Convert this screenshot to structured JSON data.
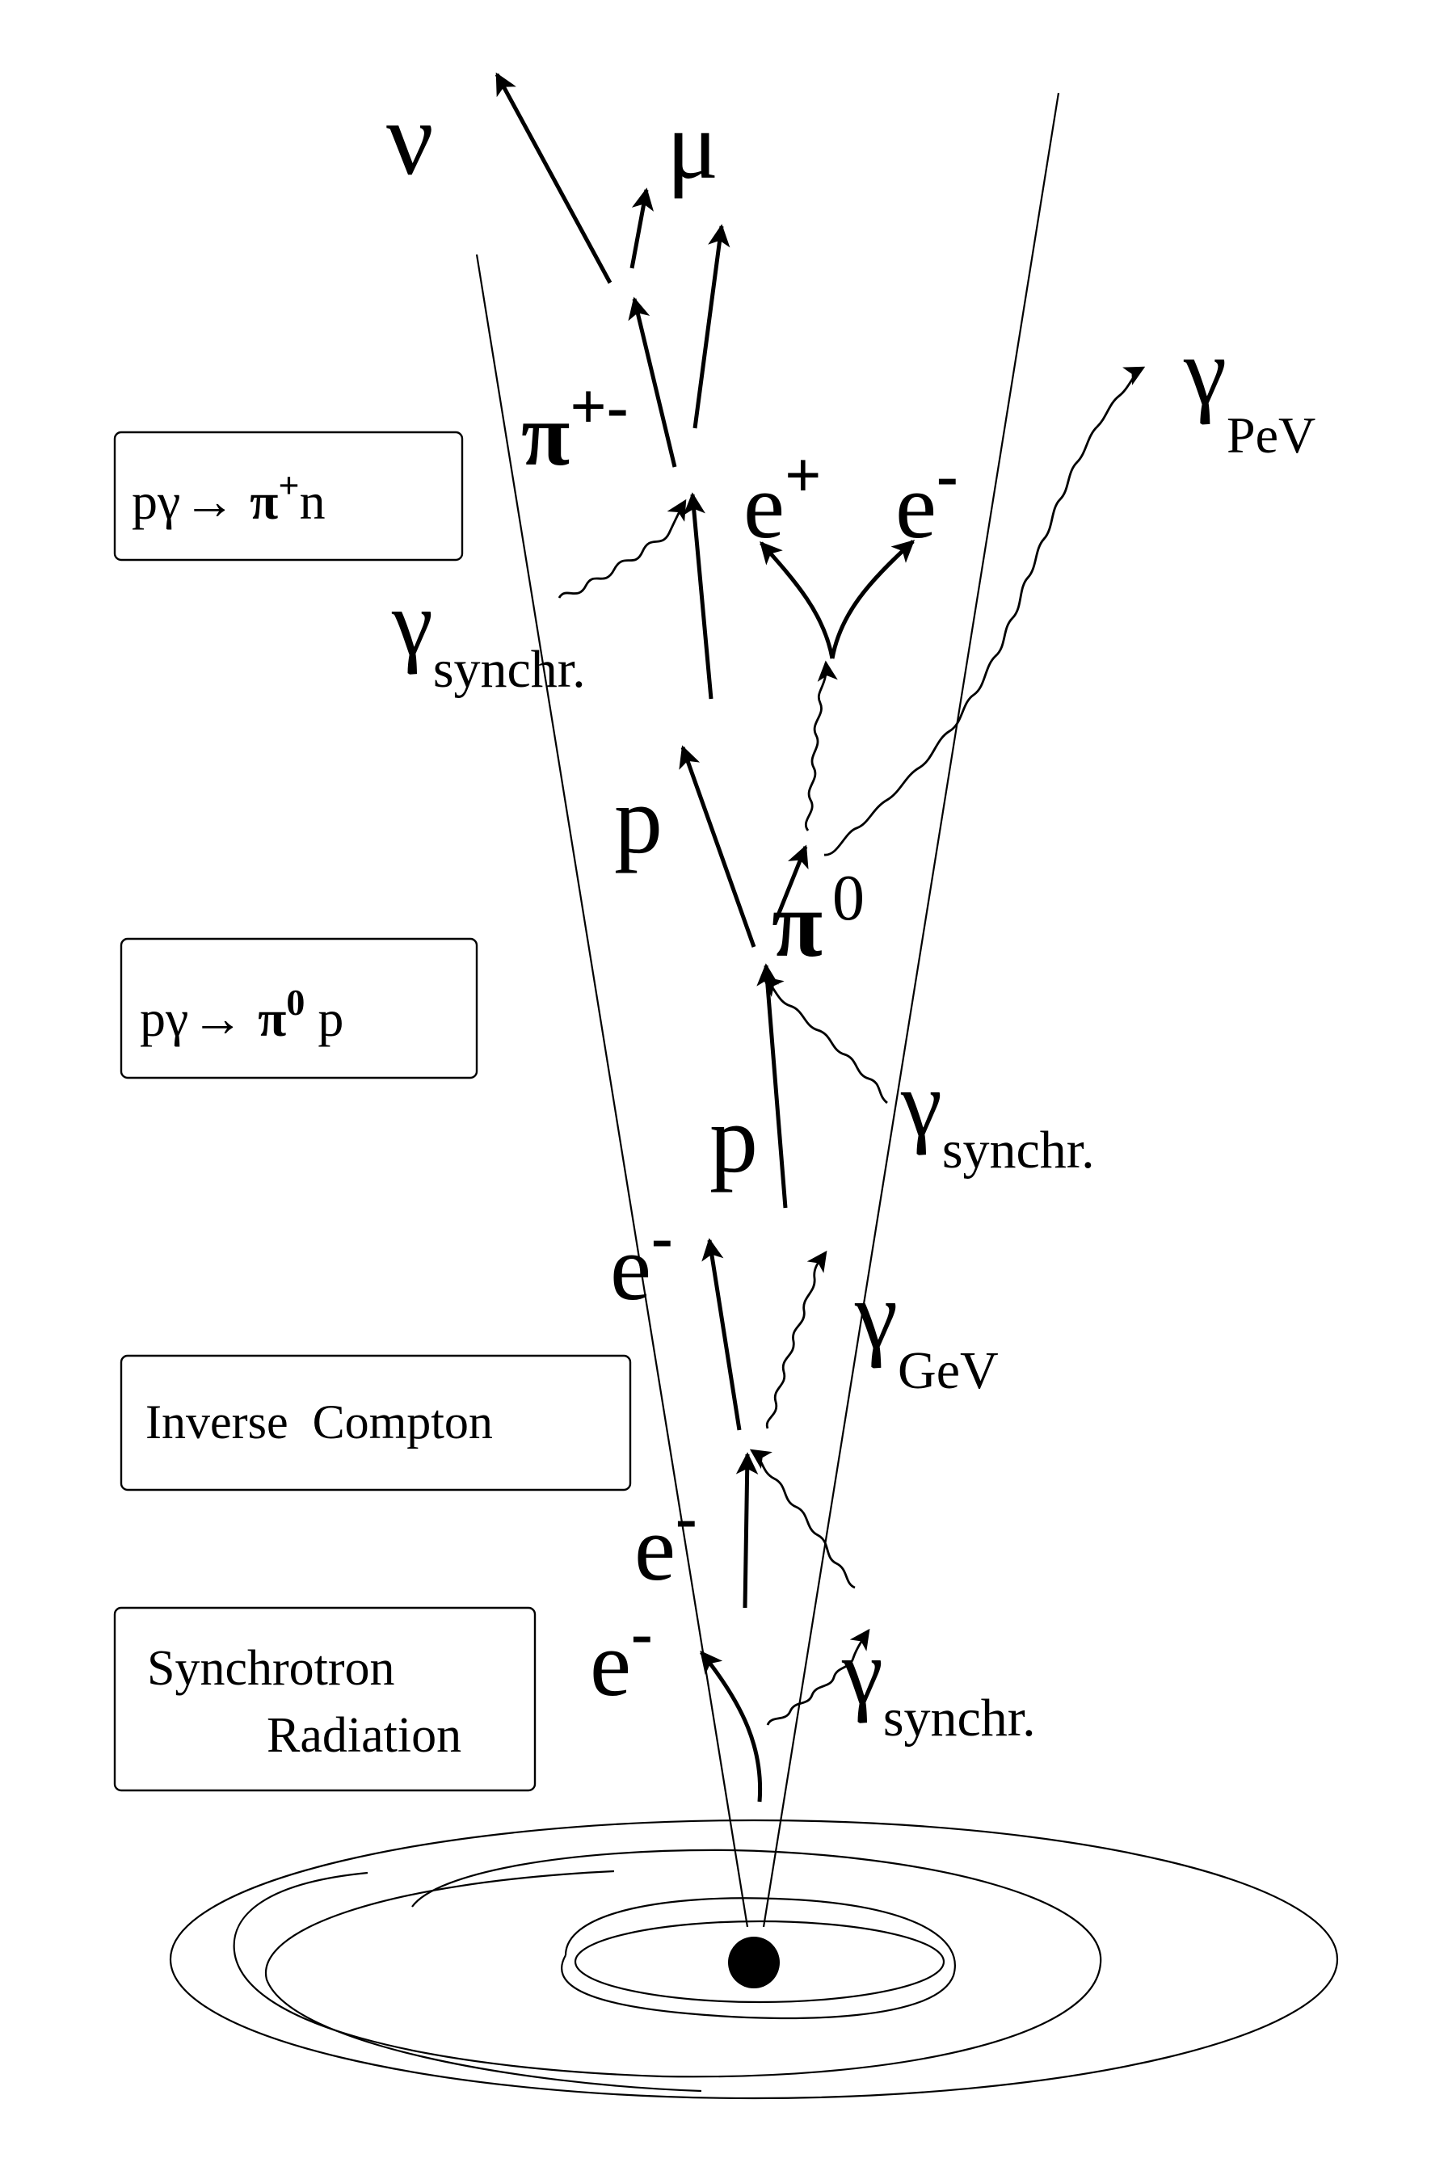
{
  "boxes": {
    "charged_pion": {
      "prefix": "pγ",
      "arrow": "→",
      "product": "π",
      "charge": "+",
      "suffix": "n"
    },
    "neutral_pion": {
      "prefix": "pγ",
      "arrow": "→",
      "product": "π",
      "charge": "0",
      "suffix": "p"
    },
    "inverse_compton": {
      "label": "Inverse  Compton"
    },
    "synchrotron": {
      "line1": "Synchrotron",
      "line2": "Radiation"
    }
  },
  "particles": {
    "nu": "ν",
    "mu": "μ",
    "pi_charged": {
      "base": "π",
      "sup": "+-"
    },
    "e_plus": {
      "base": "e",
      "sup": "+"
    },
    "e_minus_top": {
      "base": "e",
      "sup": "-"
    },
    "gamma_pev": {
      "base": "γ",
      "sub": "PeV"
    },
    "gamma_synchr_top": {
      "base": "γ",
      "sub": "synchr."
    },
    "p_upper": "p",
    "pi_zero": {
      "base": "π",
      "sup": "0"
    },
    "p_lower": "p",
    "gamma_synchr_mid": {
      "base": "γ",
      "sub": "synchr."
    },
    "e_minus_1": {
      "base": "e",
      "sup": "-"
    },
    "gamma_gev": {
      "base": "γ",
      "sub": "GeV"
    },
    "e_minus_2": {
      "base": "e",
      "sup": "-"
    },
    "e_minus_3": {
      "base": "e",
      "sup": "-"
    },
    "gamma_synchr_low": {
      "base": "γ",
      "sub": "synchr."
    }
  },
  "icons": [
    "black-hole-icon",
    "accretion-disk-icon",
    "jet-cone-icon"
  ]
}
